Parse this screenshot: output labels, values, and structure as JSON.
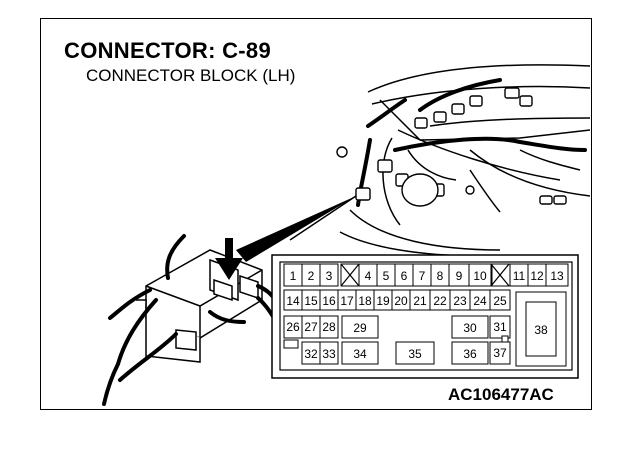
{
  "title": "CONNECTOR: C-89",
  "subtitle": "CONNECTOR BLOCK (LH)",
  "figure_code": "AC106477AC",
  "pins": {
    "p1": "1",
    "p2": "2",
    "p3": "3",
    "p4": "4",
    "p5": "5",
    "p6": "6",
    "p7": "7",
    "p8": "8",
    "p9": "9",
    "p10": "10",
    "p11": "11",
    "p12": "12",
    "p13": "13",
    "p14": "14",
    "p15": "15",
    "p16": "16",
    "p17": "17",
    "p18": "18",
    "p19": "19",
    "p20": "20",
    "p21": "21",
    "p22": "22",
    "p23": "23",
    "p24": "24",
    "p25": "25",
    "p26": "26",
    "p27": "27",
    "p28": "28",
    "p29": "29",
    "p30": "30",
    "p31": "31",
    "p32": "32",
    "p33": "33",
    "p34": "34",
    "p35": "35",
    "p36": "36",
    "p37": "37",
    "p38": "38"
  }
}
